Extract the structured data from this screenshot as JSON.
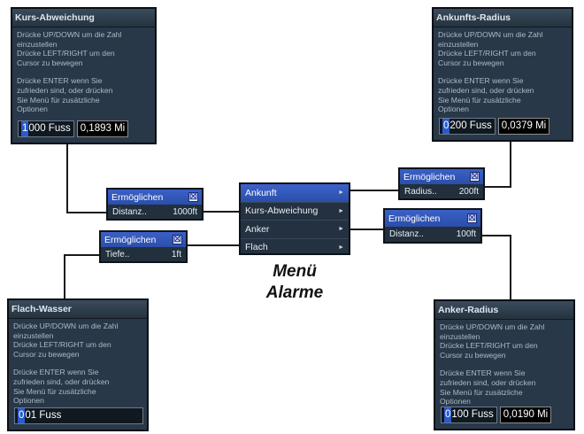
{
  "dialogs": {
    "kurs": {
      "title": "Kurs-Abweichung",
      "text1": "Drücke UP/DOWN um die Zahl\neinzustellen\nDrücke LEFT/RIGHT um den\nCursor zu bewegen",
      "text2": "Drücke ENTER wenn Sie\nzufrieden sind, oder drücken\nSie Menü für zusätzliche\nOptionen",
      "value_cursor": "1",
      "value_rest": "000 Fuss",
      "value2": "0,1893 Mi"
    },
    "ankunft": {
      "title": "Ankunfts-Radius",
      "text1": "Drücke UP/DOWN um die Zahl\neinzustellen\nDrücke LEFT/RIGHT um den\nCursor zu bewegen",
      "text2": "Drücke ENTER wenn Sie\nzufrieden sind, oder drücken\nSie Menü für zusätzliche\nOptionen",
      "value_cursor": "0",
      "value_rest": "200 Fuss",
      "value2": "0,0379 Mi"
    },
    "flach": {
      "title": "Flach-Wasser",
      "text1": "Drücke UP/DOWN um die Zahl\neinzustellen\nDrücke LEFT/RIGHT um den\nCursor zu bewegen",
      "text2": "Drücke ENTER wenn Sie\nzufrieden sind, oder drücken\nSie Menü für zusätzliche\nOptionen",
      "value_cursor": "0",
      "value_rest": "01 Fuss"
    },
    "anker": {
      "title": "Anker-Radius",
      "text1": "Drücke UP/DOWN um die Zahl\neinzustellen\nDrücke LEFT/RIGHT um den\nCursor zu bewegen",
      "text2": "Drücke ENTER wenn Sie\nzufrieden sind, oder drücken\nSie Menü für zusätzliche\nOptionen",
      "value_cursor": "0",
      "value_rest": "100 Fuss",
      "value2": "0,0190 Mi"
    }
  },
  "settings": {
    "kurs": {
      "enable_label": "Ermöglichen",
      "row_label": "Distanz..",
      "row_value": "1000ft"
    },
    "flach": {
      "enable_label": "Ermöglichen",
      "row_label": "Tiefe..",
      "row_value": "1ft"
    },
    "ankunft": {
      "enable_label": "Ermöglichen",
      "row_label": "Radius..",
      "row_value": "200ft"
    },
    "anker": {
      "enable_label": "Ermöglichen",
      "row_label": "Distanz..",
      "row_value": "100ft"
    }
  },
  "checkbox_glyph": "☒",
  "menu": {
    "items": [
      {
        "label": "Ankunft",
        "selected": true
      },
      {
        "label": "Kurs-Abweichung"
      },
      {
        "label": "Anker"
      },
      {
        "label": "Flach"
      }
    ],
    "arrow": "►"
  },
  "caption": {
    "line1": "Menü",
    "line2": "Alarme"
  },
  "colors": {
    "dialog_bg": "#283848",
    "highlight": "#3b61c8",
    "cursor": "#2a5ad0"
  }
}
